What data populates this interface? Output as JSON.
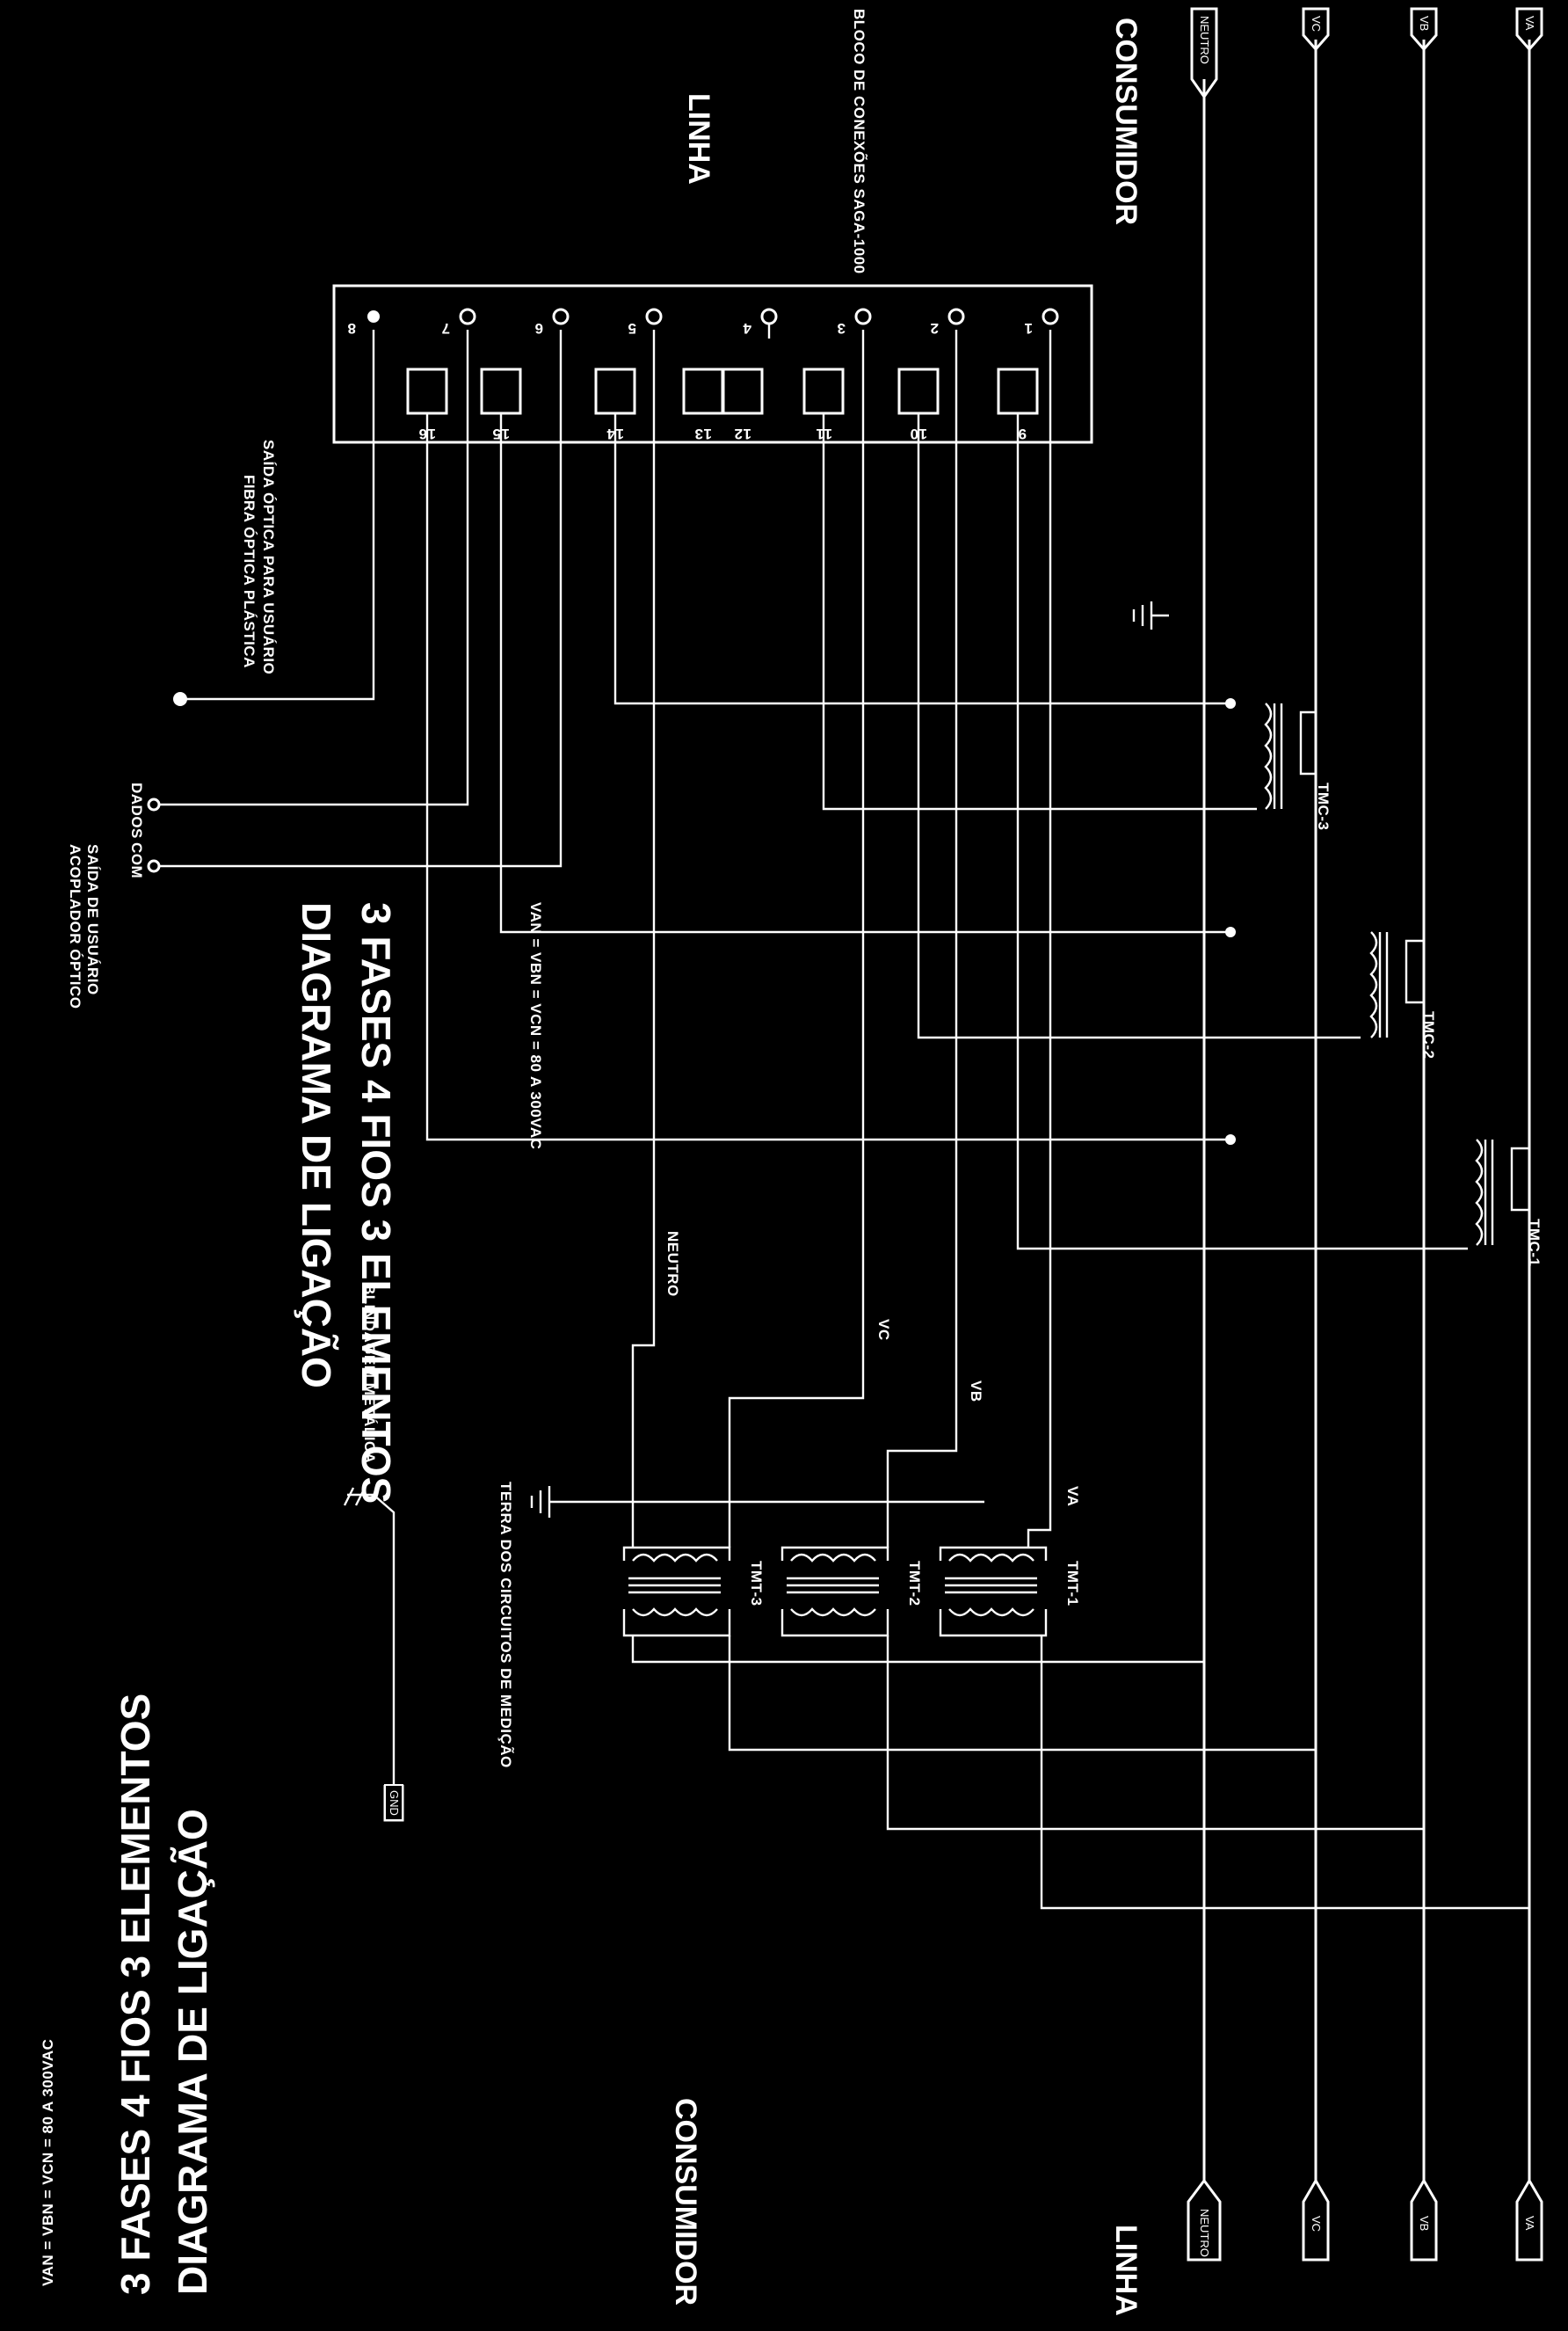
{
  "title": {
    "line1": "DIAGRAMA DE LIGAÇÃO",
    "line2": "3 FASES 4 FIOS 3 ELEMENTOS",
    "voltage_note": "VAN = VBN = VCN = 80 A 300VAC"
  },
  "sides": {
    "line": "LINHA",
    "load": "CONSUMIDOR"
  },
  "terminal_block": {
    "title": "BLOCO DE CONEXÕES SAGA-1000",
    "terminals": [
      "1",
      "2",
      "3",
      "4",
      "5",
      "6",
      "7",
      "8"
    ],
    "inputs": [
      "9",
      "10",
      "11",
      "12",
      "13",
      "14",
      "15",
      "16"
    ]
  },
  "conductors": [
    "VA",
    "VB",
    "VC",
    "NEUTRO"
  ],
  "wire_labels": {
    "va": "VA",
    "vb": "VB",
    "vc": "VC",
    "neutro": "NEUTRO"
  },
  "current_transformers": [
    "TMC-1",
    "TMC-2",
    "TMC-3"
  ],
  "potential_transformers": [
    "TMT-1",
    "TMT-2",
    "TMT-3"
  ],
  "annotations": {
    "gnd_tag": "GND",
    "shield": "BLINDAGEM METÁLICA",
    "terra": "TERRA DOS CIRCUITOS DE MEDIÇÃO",
    "fiber_line1": "SAÍDA ÓPTICA PARA USUÁRIO",
    "fiber_line2": "FIBRA ÓPTICA PLÁSTICA",
    "com": "COM",
    "dados": "DADOS",
    "coupler_line1": "SAÍDA DE USUÁRIO",
    "coupler_line2": "ACOPLADOR ÓPTICO"
  },
  "colors": {
    "background": "#000000",
    "lines": "#ffffff"
  }
}
